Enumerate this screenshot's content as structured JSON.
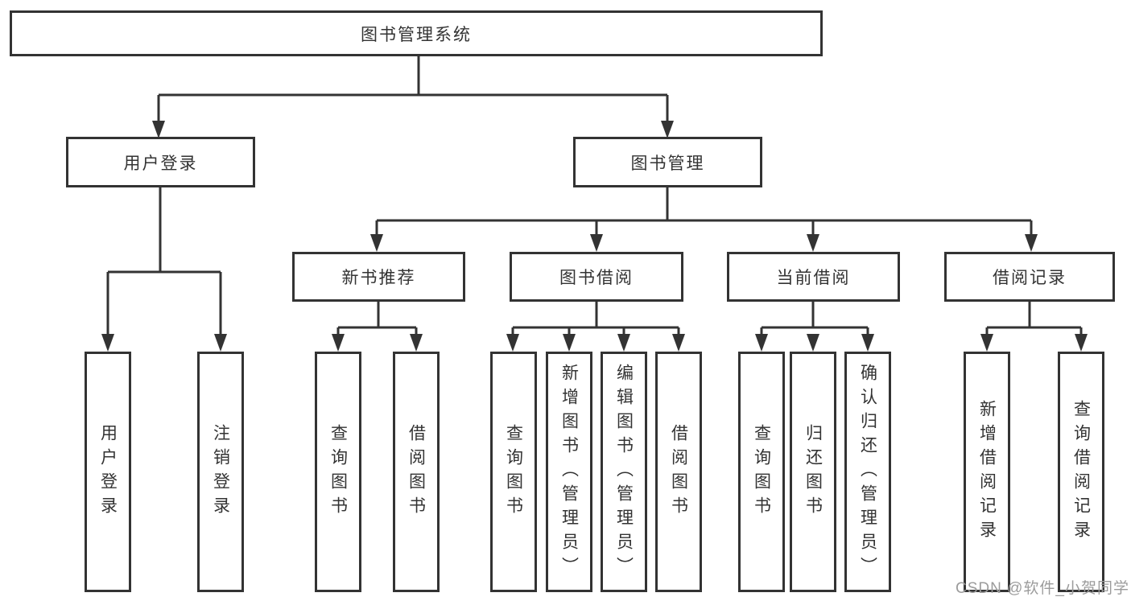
{
  "tree": {
    "root": {
      "label": "图书管理系统"
    },
    "branches": [
      {
        "label": "用户登录",
        "children": [
          {
            "label": "用户登录"
          },
          {
            "label": "注销登录"
          }
        ]
      },
      {
        "label": "图书管理",
        "children": [
          {
            "label": "新书推荐",
            "children": [
              {
                "label": "查询图书"
              },
              {
                "label": "借阅图书"
              }
            ]
          },
          {
            "label": "图书借阅",
            "children": [
              {
                "label": "查询图书"
              },
              {
                "label": "新增图书（管理员）"
              },
              {
                "label": "编辑图书（管理员）"
              },
              {
                "label": "借阅图书"
              }
            ]
          },
          {
            "label": "当前借阅",
            "children": [
              {
                "label": "查询图书"
              },
              {
                "label": "归还图书"
              },
              {
                "label": "确认归还（管理员）"
              }
            ]
          },
          {
            "label": "借阅记录",
            "children": [
              {
                "label": "新增借阅记录"
              },
              {
                "label": "查询借阅记录"
              }
            ]
          }
        ]
      }
    ]
  },
  "watermark": {
    "text": "CSDN @软件_小贺同学"
  },
  "colors": {
    "line": "#333333",
    "box_border": "#333333",
    "text": "#333333",
    "watermark": "#9c9c9c",
    "background": "#ffffff"
  }
}
